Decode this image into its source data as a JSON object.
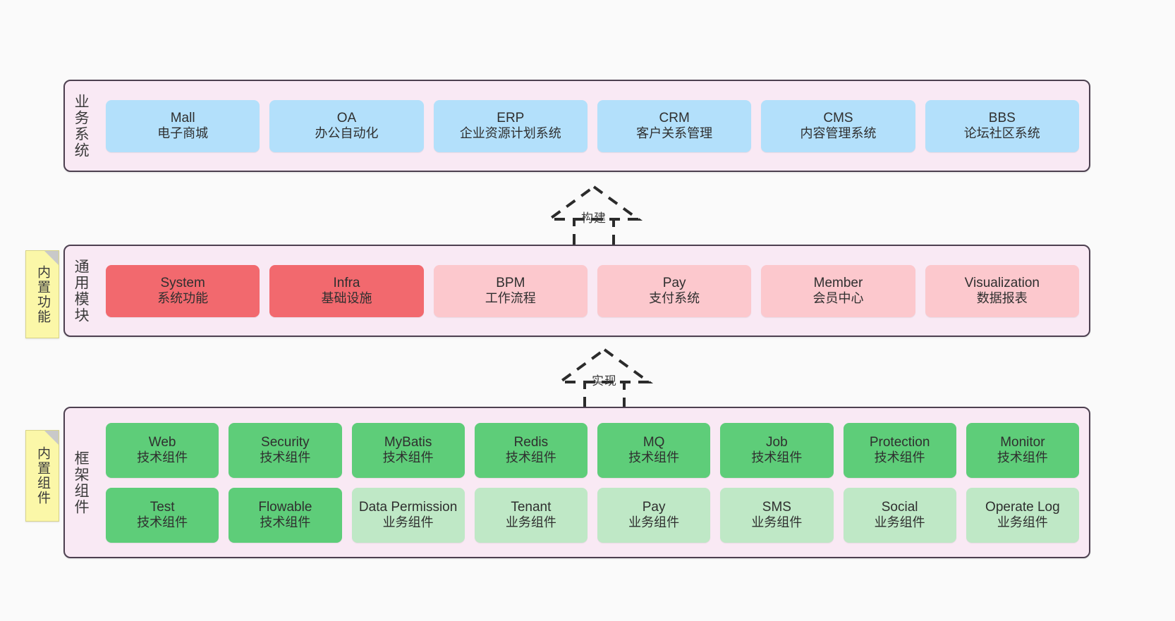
{
  "diagram": {
    "title": "",
    "colors": {
      "canvas_bg": "#fafafa",
      "layer_bg": "#f9e9f4",
      "layer_border": "#4d4050",
      "business_node": "#b3e0fb",
      "common_core_node": "#f2696e",
      "common_node": "#fcc8cd",
      "tech_component_node": "#5ecd79",
      "biz_component_node": "#bfe8c6",
      "note_bg": "#fbf7a8",
      "note_fold": "#c9c9c9"
    }
  },
  "business_layer": {
    "label": "业务系统",
    "nodes": [
      {
        "name": "Mall",
        "desc": "电子商城"
      },
      {
        "name": "OA",
        "desc": "办公自动化"
      },
      {
        "name": "ERP",
        "desc": "企业资源计划系统"
      },
      {
        "name": "CRM",
        "desc": "客户关系管理"
      },
      {
        "name": "CMS",
        "desc": "内容管理系统"
      },
      {
        "name": "BBS",
        "desc": "论坛社区系统"
      }
    ]
  },
  "arrow_build": {
    "label": "构建"
  },
  "common_layer": {
    "label": "通用模块",
    "note": "内置功能",
    "nodes": [
      {
        "name": "System",
        "desc": "系统功能",
        "style": "red"
      },
      {
        "name": "Infra",
        "desc": "基础设施",
        "style": "red"
      },
      {
        "name": "BPM",
        "desc": "工作流程",
        "style": "pink"
      },
      {
        "name": "Pay",
        "desc": "支付系统",
        "style": "pink"
      },
      {
        "name": "Member",
        "desc": "会员中心",
        "style": "pink"
      },
      {
        "name": "Visualization",
        "desc": "数据报表",
        "style": "pink"
      }
    ]
  },
  "arrow_implement": {
    "label": "实现"
  },
  "framework_layer": {
    "label": "框架组件",
    "note": "内置组件",
    "row1": [
      {
        "name": "Web",
        "desc": "技术组件",
        "style": "green"
      },
      {
        "name": "Security",
        "desc": "技术组件",
        "style": "green"
      },
      {
        "name": "MyBatis",
        "desc": "技术组件",
        "style": "green"
      },
      {
        "name": "Redis",
        "desc": "技术组件",
        "style": "green"
      },
      {
        "name": "MQ",
        "desc": "技术组件",
        "style": "green"
      },
      {
        "name": "Job",
        "desc": "技术组件",
        "style": "green"
      },
      {
        "name": "Protection",
        "desc": "技术组件",
        "style": "green"
      },
      {
        "name": "Monitor",
        "desc": "技术组件",
        "style": "green"
      }
    ],
    "row2": [
      {
        "name": "Test",
        "desc": "技术组件",
        "style": "green"
      },
      {
        "name": "Flowable",
        "desc": "技术组件",
        "style": "green"
      },
      {
        "name": "Data Permission",
        "desc": "业务组件",
        "style": "lightgreen"
      },
      {
        "name": "Tenant",
        "desc": "业务组件",
        "style": "lightgreen"
      },
      {
        "name": "Pay",
        "desc": "业务组件",
        "style": "lightgreen"
      },
      {
        "name": "SMS",
        "desc": "业务组件",
        "style": "lightgreen"
      },
      {
        "name": "Social",
        "desc": "业务组件",
        "style": "lightgreen"
      },
      {
        "name": "Operate Log",
        "desc": "业务组件",
        "style": "lightgreen"
      }
    ]
  }
}
